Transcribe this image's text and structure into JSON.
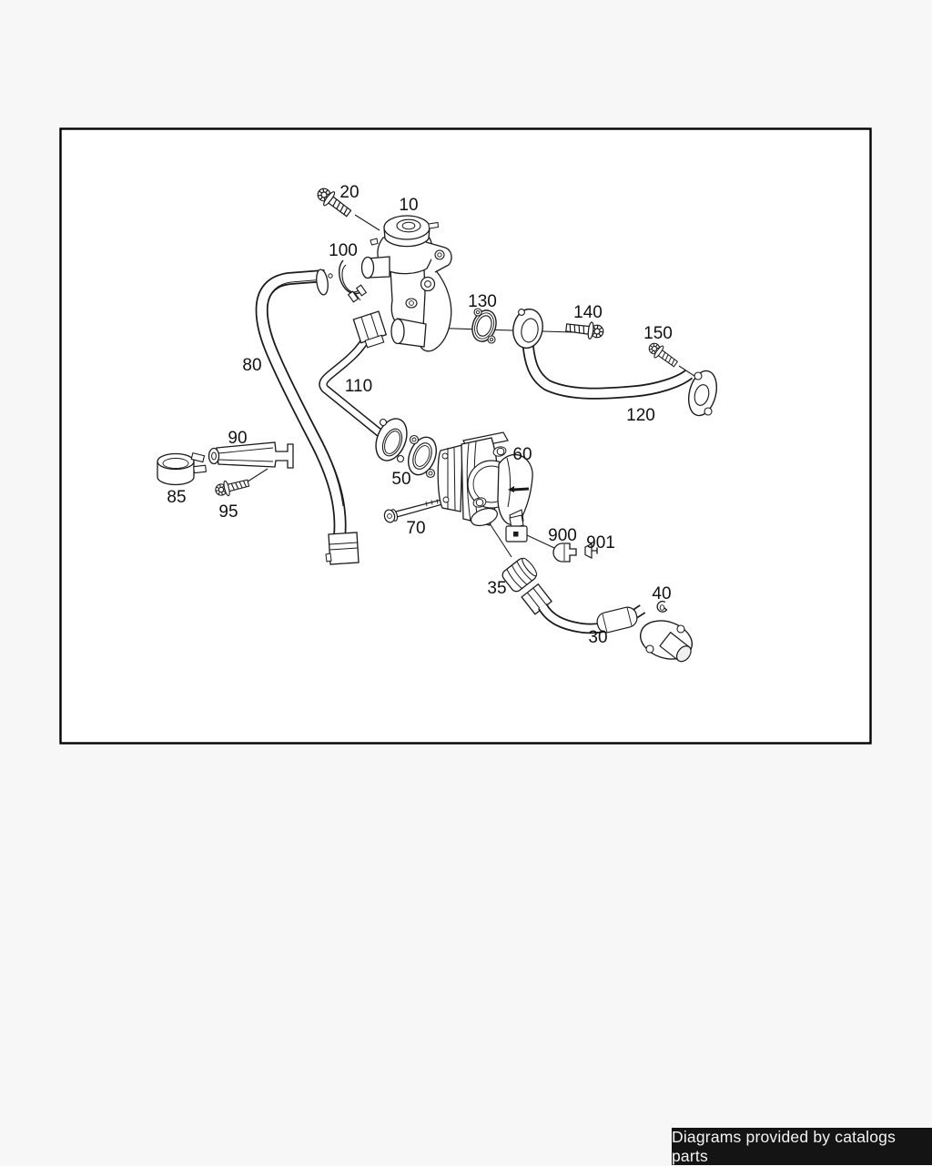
{
  "page": {
    "background_color": "#f7f7f7",
    "frame_background": "#ffffff",
    "frame_border_color": "#000000",
    "line_color": "#1a1a1a",
    "label_color": "#111111"
  },
  "footer": {
    "text": "Diagrams provided by catalogs parts",
    "background_color": "#141414",
    "text_color": "#f5f5f5"
  },
  "diagram": {
    "labels": [
      "20",
      "10",
      "100",
      "130",
      "140",
      "150",
      "80",
      "110",
      "120",
      "90",
      "85",
      "95",
      "50",
      "70",
      "60",
      "900",
      "901",
      "35",
      "40",
      "30"
    ]
  }
}
